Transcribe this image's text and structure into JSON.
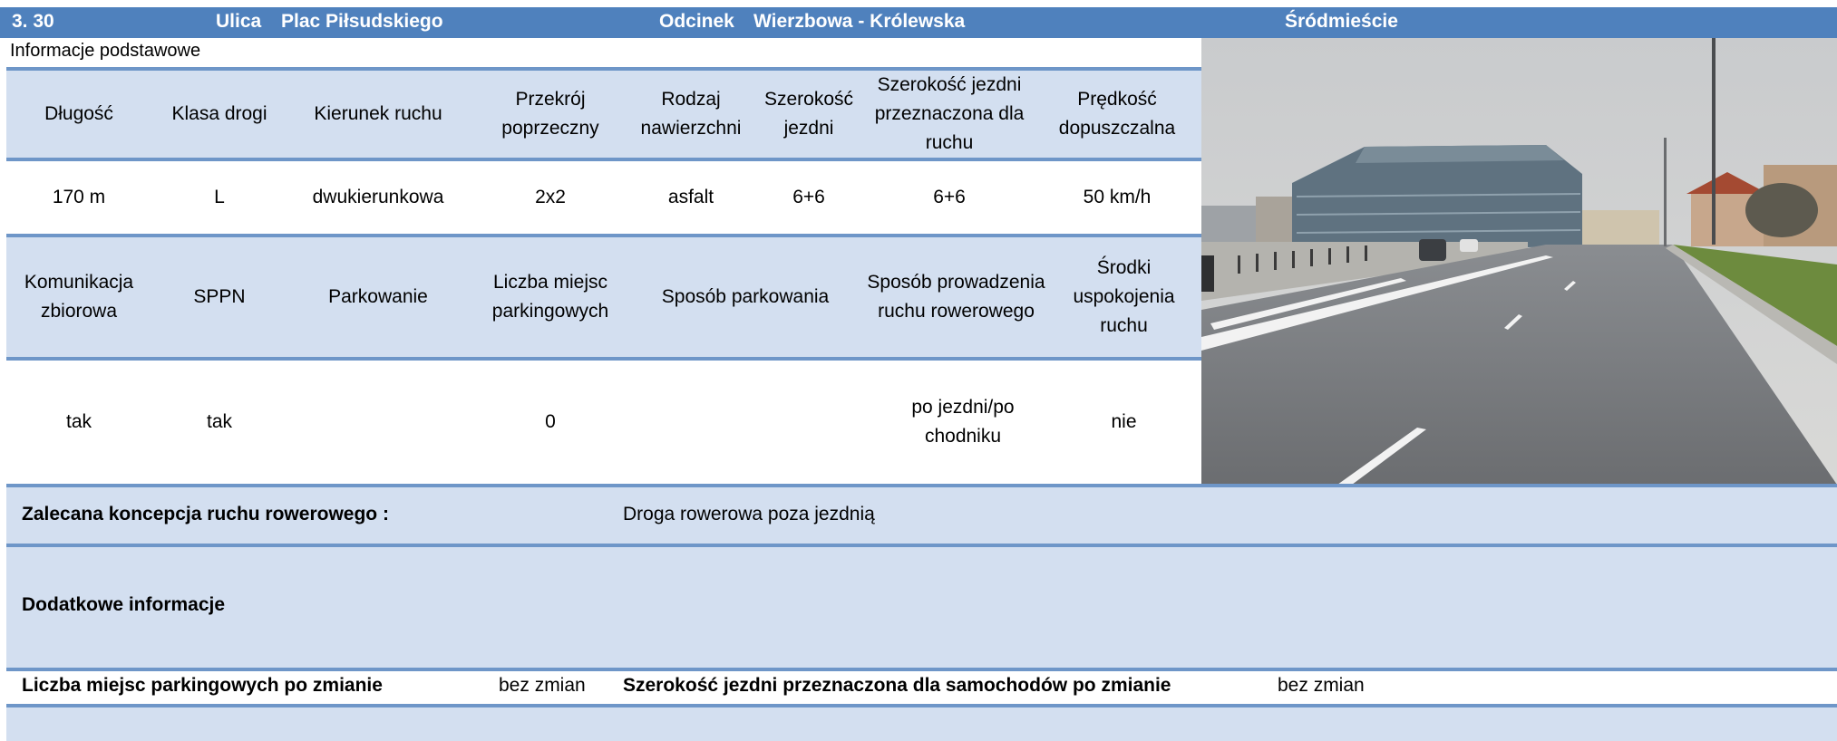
{
  "header": {
    "number": "3. 30",
    "street_label": "Ulica",
    "street_name": "Plac Piłsudskiego",
    "section_label": "Odcinek",
    "section_name": "Wierzbowa - Królewska",
    "district": "Śródmieście"
  },
  "basic_info_title": "Informacje podstawowe",
  "table1": {
    "headers": [
      "Długość",
      "Klasa drogi",
      "Kierunek ruchu",
      "Przekrój poprzeczny",
      "Rodzaj nawierzchni",
      "Szerokość jezdni",
      "Szerokość jezdni przeznaczona dla ruchu",
      "Prędkość dopuszczalna"
    ],
    "values": [
      "170 m",
      "L",
      "dwukierunkowa",
      "2x2",
      "asfalt",
      "6+6",
      "6+6",
      "50 km/h"
    ]
  },
  "table2": {
    "headers": [
      "Komunikacja zbiorowa",
      "SPPN",
      "Parkowanie",
      "Liczba miejsc parkingowych",
      "Sposób parkowania",
      "Sposób prowadzenia ruchu rowerowego",
      "Środki uspokojenia ruchu"
    ],
    "values": [
      "tak",
      "tak",
      "",
      "0",
      "",
      "po jezdni/po chodniku",
      "nie"
    ]
  },
  "recommended": {
    "label": "Zalecana koncepcja ruchu rowerowego :",
    "value": "Droga rowerowa poza jezdnią"
  },
  "additional": {
    "label": "Dodatkowe informacje"
  },
  "after_change": {
    "parking_label": "Liczba miejsc parkingowych po zmianie",
    "parking_value": "bez zmian",
    "width_label": "Szerokość jezdni przeznaczona dla samochodów po zmianie",
    "width_value": "bez zmian"
  },
  "photo": {
    "icon": "street-photo"
  }
}
